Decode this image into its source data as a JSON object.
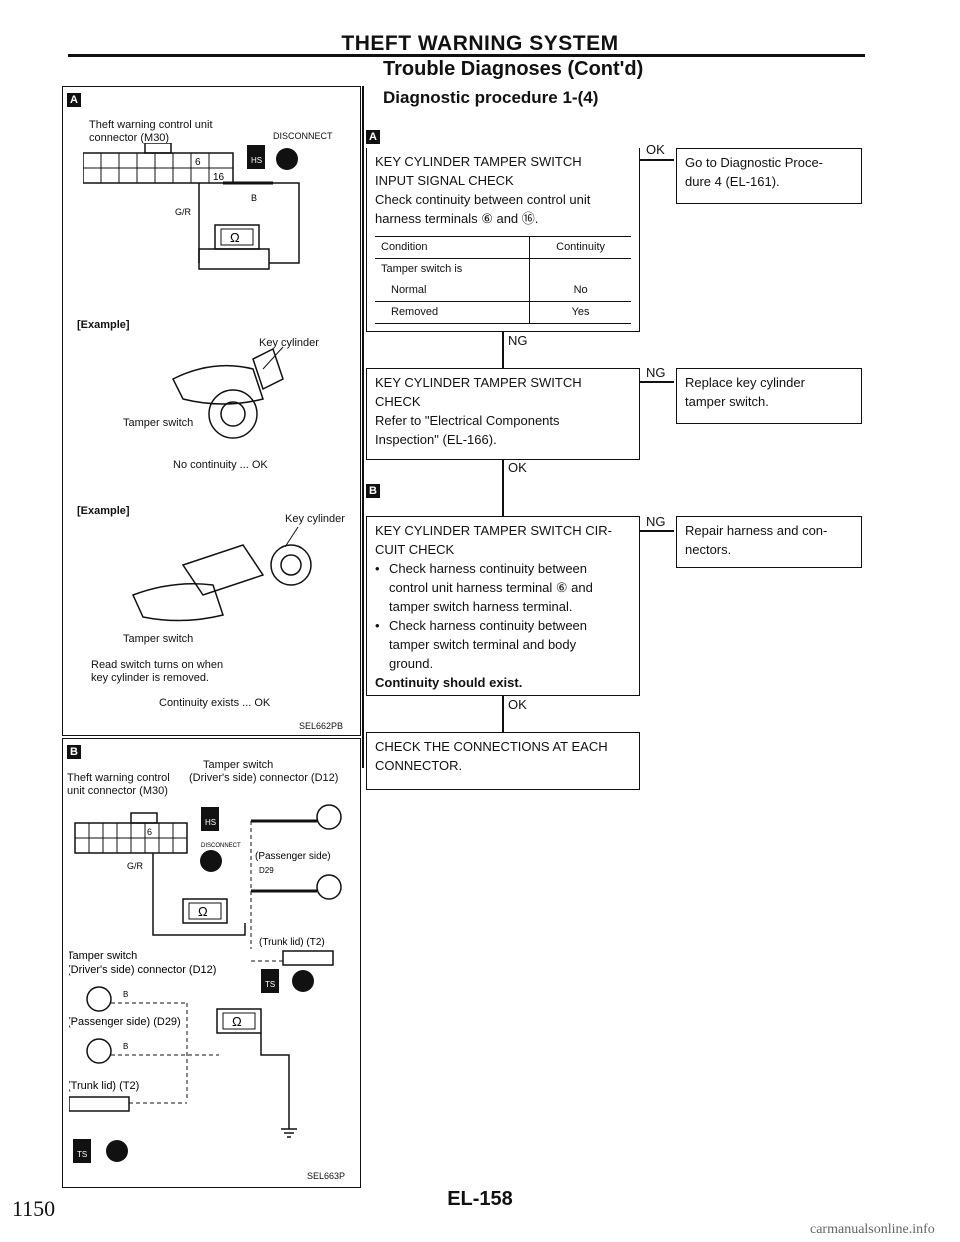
{
  "header": {
    "title": "THEFT WARNING SYSTEM",
    "subtitle": "Trouble Diagnoses (Cont'd)",
    "procedure": "Diagnostic procedure 1-(4)"
  },
  "panel_a": {
    "tag": "A",
    "connector_label": "Theft warning control unit",
    "connector_ref": "connector (M30)",
    "disconnect": "DISCONNECT",
    "hs": "HS",
    "pin_6": "6",
    "pin_16": "16",
    "wire_gr": "G/R",
    "wire_b": "B",
    "ohm": "Ω",
    "example1": "[Example]",
    "key_cylinder_1": "Key cylinder",
    "tamper_switch_1": "Tamper switch",
    "result1": "No continuity ... OK",
    "example2": "[Example]",
    "key_cylinder_2": "Key cylinder",
    "tamper_switch_2": "Tamper switch",
    "note_line1": "Read switch turns on when",
    "note_line2": "key cylinder is removed.",
    "result2": "Continuity exists ... OK",
    "code": "SEL662PB"
  },
  "panel_b": {
    "tag": "B",
    "ts_title": "Tamper switch",
    "ts_ref": "(Driver's side) connector (D12)",
    "cu_label": "Theft warning control",
    "cu_ref": "unit connector (M30)",
    "pin_6": "6",
    "wire_gr": "G/R",
    "hs": "HS",
    "disconnect": "DISCONNECT",
    "passenger": "(Passenger side)",
    "d29": "D29",
    "trunk": "(Trunk lid) (T2)",
    "ts_label1": "Tamper switch",
    "ts_label2": "(Driver's side) connector (D12)",
    "ts": "TS",
    "wire_b": "B",
    "passenger2": "(Passenger side) (D29)",
    "trunk2": "(Trunk lid) (T2)",
    "ohm": "Ω",
    "code": "SEL663P"
  },
  "flow": {
    "tag_a": "A",
    "tag_b": "B",
    "step1": {
      "line1": "KEY CYLINDER TAMPER SWITCH",
      "line2": "INPUT SIGNAL CHECK",
      "line3": "Check continuity between control unit",
      "line4": "harness terminals ⑥ and ⑯.",
      "table": {
        "headers": [
          "Condition",
          "Continuity"
        ],
        "group": "Tamper switch is",
        "rows": [
          [
            "Normal",
            "No"
          ],
          [
            "Removed",
            "Yes"
          ]
        ]
      }
    },
    "ok1": "OK",
    "result1_line1": "Go to Diagnostic Proce-",
    "result1_line2": "dure 4 (EL-161).",
    "ng1": "NG",
    "step2": {
      "line1": "KEY CYLINDER TAMPER SWITCH",
      "line2": "CHECK",
      "line3": "Refer to \"Electrical Components",
      "line4": "Inspection\" (EL-166)."
    },
    "ng2": "NG",
    "result2_line1": "Replace key cylinder",
    "result2_line2": "tamper switch.",
    "ok2": "OK",
    "step3": {
      "line1": "KEY CYLINDER TAMPER SWITCH CIR-",
      "line2": "CUIT CHECK",
      "b1a": "Check harness continuity between",
      "b1b": "control unit harness terminal ⑥ and",
      "b1c": "tamper switch harness terminal.",
      "b2a": "Check harness continuity between",
      "b2b": "tamper switch terminal and body",
      "b2c": "ground.",
      "conclusion": "Continuity should exist."
    },
    "ng3": "NG",
    "result3_line1": "Repair harness and con-",
    "result3_line2": "nectors.",
    "ok3": "OK",
    "step4_line1": "CHECK THE CONNECTIONS AT EACH",
    "step4_line2": "CONNECTOR."
  },
  "footer": {
    "page_code": "EL-158",
    "page_number": "1150",
    "watermark": "carmanualsonline.info"
  }
}
